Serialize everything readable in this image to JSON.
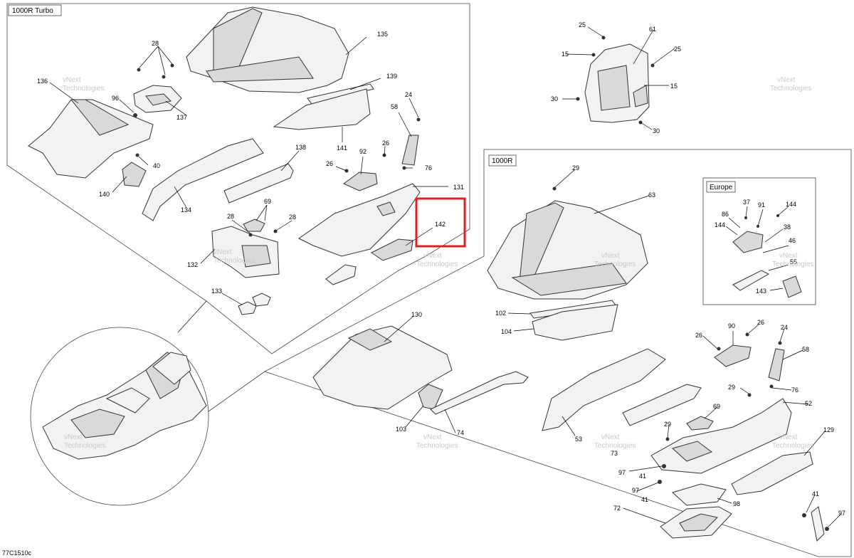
{
  "sections": {
    "turbo": "1000R Turbo",
    "base": "1000R",
    "europe": "Europe"
  },
  "figure_code": "77C1510c",
  "watermark": {
    "line1": "vNext",
    "line2": "Technologies"
  },
  "highlight": {
    "label": "142",
    "color": "#e02020"
  },
  "callouts": {
    "c135": "135",
    "c139": "139",
    "c136": "136",
    "c96": "96",
    "c137": "137",
    "c28a": "28",
    "c24a": "24",
    "c58a": "58",
    "c141": "141",
    "c92a": "92",
    "c26a": "26",
    "c26b": "26",
    "c76a": "76",
    "c40": "40",
    "c140": "140",
    "c134": "134",
    "c138": "138",
    "c131": "131",
    "c28b": "28",
    "c69a": "69",
    "c28c": "28",
    "c132": "132",
    "c133": "133",
    "c25a": "25",
    "c61": "61",
    "c25b": "25",
    "c15a": "15",
    "c15b": "15",
    "c30a": "30",
    "c30b": "30",
    "c29a": "29",
    "c63": "63",
    "c102": "102",
    "c104": "104",
    "c130": "130",
    "c103": "103",
    "c74": "74",
    "c53": "53",
    "c37": "37",
    "c91": "91",
    "c144a": "144",
    "c86": "86",
    "c144b": "144",
    "c38": "38",
    "c46": "46",
    "c55": "55",
    "c143": "143",
    "c26c": "26",
    "c90": "90",
    "c26d": "26",
    "c24b": "24",
    "c58b": "58",
    "c29b": "29",
    "c76b": "76",
    "c69b": "69",
    "c52": "52",
    "c29c": "29",
    "c129": "129",
    "c73": "73",
    "c97a": "97",
    "c41a": "41",
    "c97b": "97",
    "c41b": "41",
    "c98": "98",
    "c72": "72",
    "c41c": "41",
    "c97c": "97"
  }
}
